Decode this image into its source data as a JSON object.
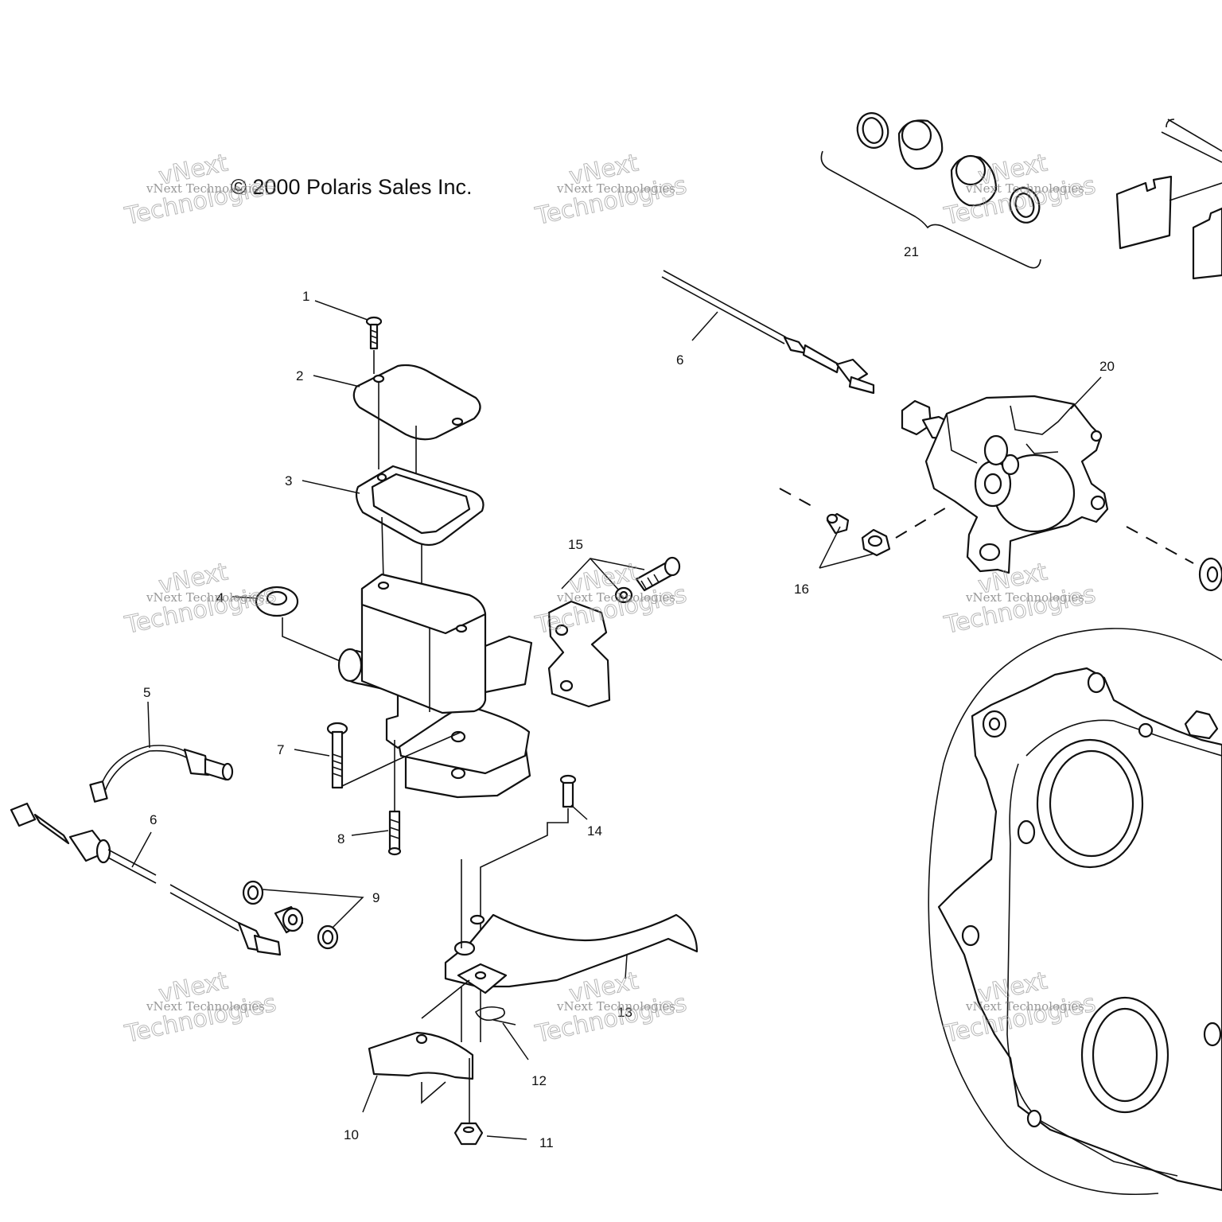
{
  "copyright": "© 2000 Polaris Sales Inc.",
  "watermark": {
    "line1": "vNext Technologies",
    "line2_a": "vNext",
    "line2_b": "Technologies"
  },
  "callouts": {
    "c1": "1",
    "c2": "2",
    "c3": "3",
    "c4": "4",
    "c5": "5",
    "c6a": "6",
    "c6b": "6",
    "c7": "7",
    "c8": "8",
    "c9": "9",
    "c10": "10",
    "c11": "11",
    "c12": "12",
    "c13": "13",
    "c14": "14",
    "c15": "15",
    "c16": "16",
    "c20": "20",
    "c21": "21"
  },
  "colors": {
    "line": "#111111",
    "background": "#ffffff",
    "watermark": "#9a9a9a"
  }
}
